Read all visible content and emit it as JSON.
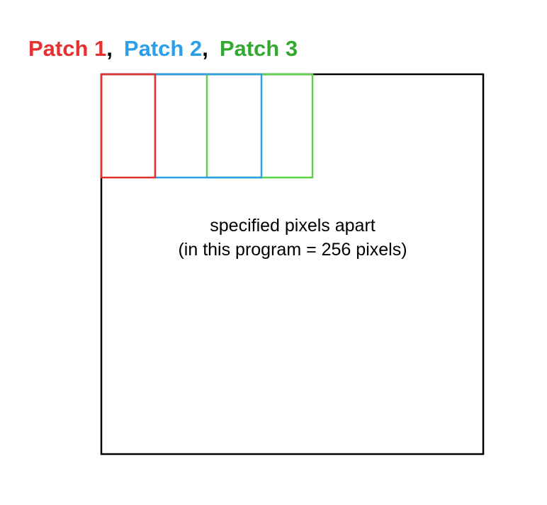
{
  "title": {
    "patches": [
      {
        "label": "Patch 1",
        "color": "#e8302e"
      },
      {
        "label": "Patch 2",
        "color": "#2b9fe8"
      },
      {
        "label": "Patch 3",
        "color": "#33a832"
      }
    ],
    "separator": ","
  },
  "caption": {
    "line1": "specified pixels apart",
    "line2": "(in this program = 256 pixels)"
  },
  "colors": {
    "outer_frame": "#000000",
    "patch_1_outline": "#e03030",
    "patch_2_outline": "#2b9fe8",
    "patch_3_outline": "#5fd24a"
  }
}
